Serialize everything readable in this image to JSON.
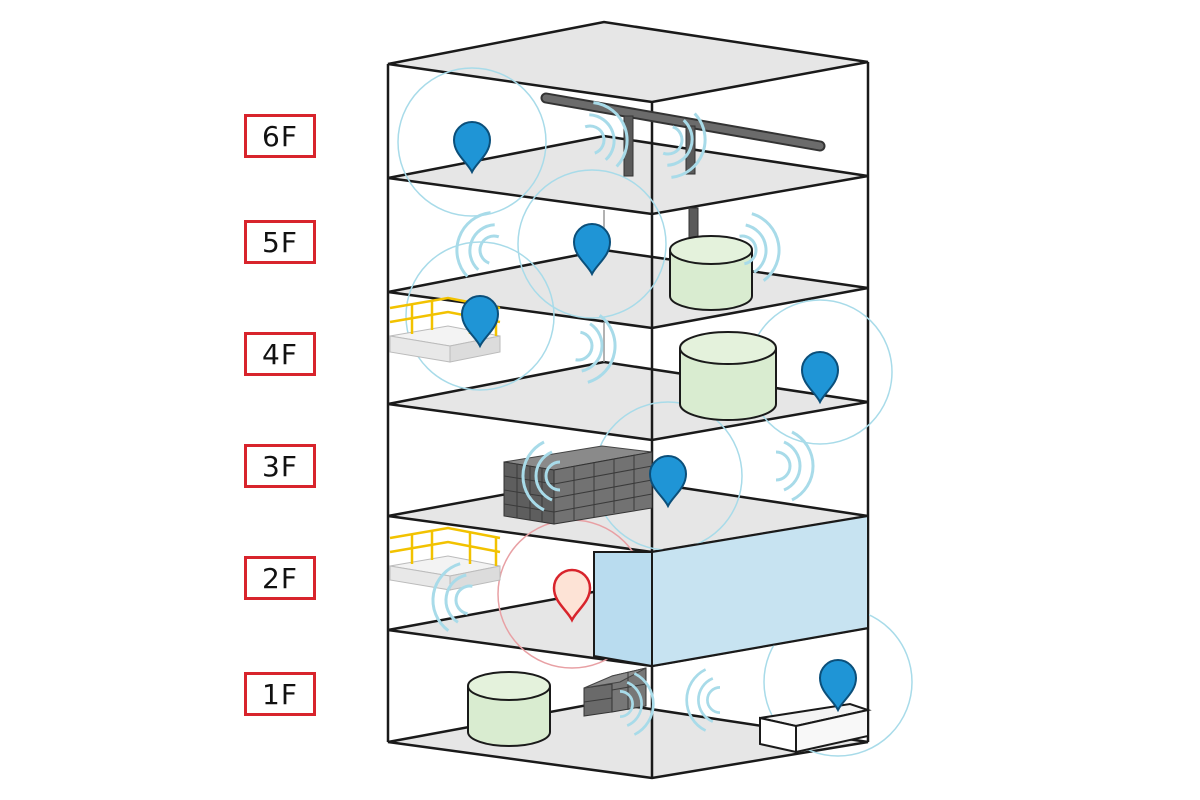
{
  "floors": [
    {
      "label": "6F"
    },
    {
      "label": "5F"
    },
    {
      "label": "4F"
    },
    {
      "label": "3F"
    },
    {
      "label": "2F"
    },
    {
      "label": "1F"
    }
  ],
  "colors": {
    "frame": "#1a1a1a",
    "floor_fill": "#e6e6e6",
    "floor_label_border": "#d8242c",
    "sensor_pin": "#1f95d6",
    "alert_pin_stroke": "#d8242c",
    "alert_pin_fill": "#fde3d6",
    "signal_wave": "#a8dbe9",
    "tank_fill": "#d9ecd0",
    "water_volume": "#c7e3f1",
    "railing": "#f2c200",
    "pipe": "#555555"
  },
  "sensors": [
    {
      "floor": "6F",
      "status": "normal"
    },
    {
      "floor": "5F",
      "status": "normal"
    },
    {
      "floor": "4F",
      "status": "normal"
    },
    {
      "floor": "4F",
      "status": "normal"
    },
    {
      "floor": "3F",
      "status": "normal"
    },
    {
      "floor": "2F",
      "status": "alert"
    },
    {
      "floor": "1F",
      "status": "normal"
    }
  ]
}
